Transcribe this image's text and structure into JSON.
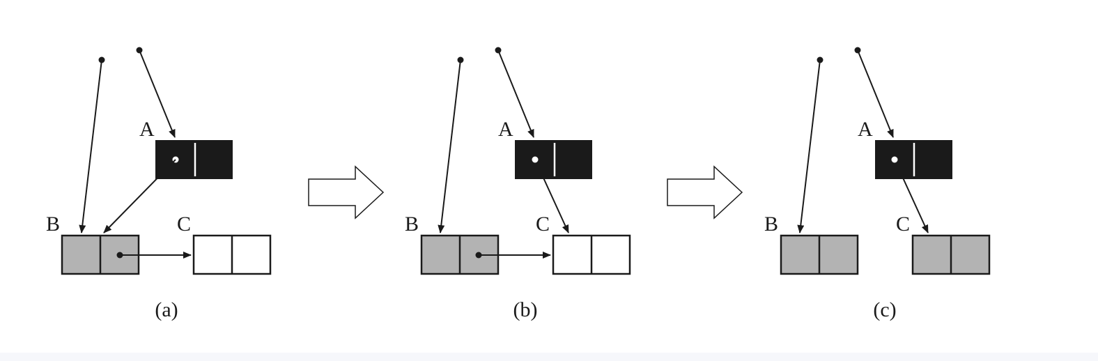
{
  "panels": [
    {
      "id": "a",
      "caption": "(a)",
      "labels": {
        "A": "A",
        "B": "B",
        "C": "C"
      }
    },
    {
      "id": "b",
      "caption": "(b)",
      "labels": {
        "A": "A",
        "B": "B",
        "C": "C"
      }
    },
    {
      "id": "c",
      "caption": "(c)",
      "labels": {
        "A": "A",
        "B": "B",
        "C": "C"
      }
    }
  ],
  "colors": {
    "black_object": "#1a1a1a",
    "gray_object": "#b3b3b3",
    "white_object": "#ffffff",
    "stroke": "#1a1a1a"
  }
}
